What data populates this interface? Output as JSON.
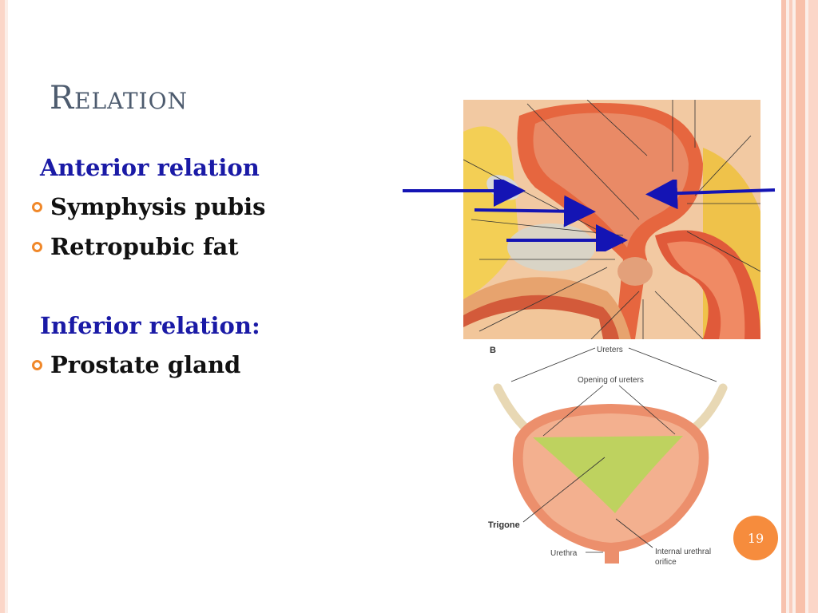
{
  "slide": {
    "title": "Relation",
    "anterior_heading": "Anterior relation",
    "anterior_items": [
      "Symphysis pubis",
      "Retropubic fat"
    ],
    "inferior_heading": "Inferior relation:",
    "inferior_items": [
      "Prostate gland"
    ],
    "page_number": "19"
  },
  "figure_b": {
    "panel_letter": "B",
    "labels": {
      "ureters": "Ureters",
      "opening_of_ureters": "Opening of ureters",
      "trigone": "Trigone",
      "urethra": "Urethra",
      "internal_urethral_orifice_1": "Internal urethral",
      "internal_urethral_orifice_2": "orifice"
    }
  },
  "colors": {
    "heading": "#1a1aa6",
    "title": "#4d5b6e",
    "bullet": "#f0882a",
    "page_badge": "#f68c3d",
    "arrow": "#1414b4",
    "trigone": "#b8d65a"
  }
}
